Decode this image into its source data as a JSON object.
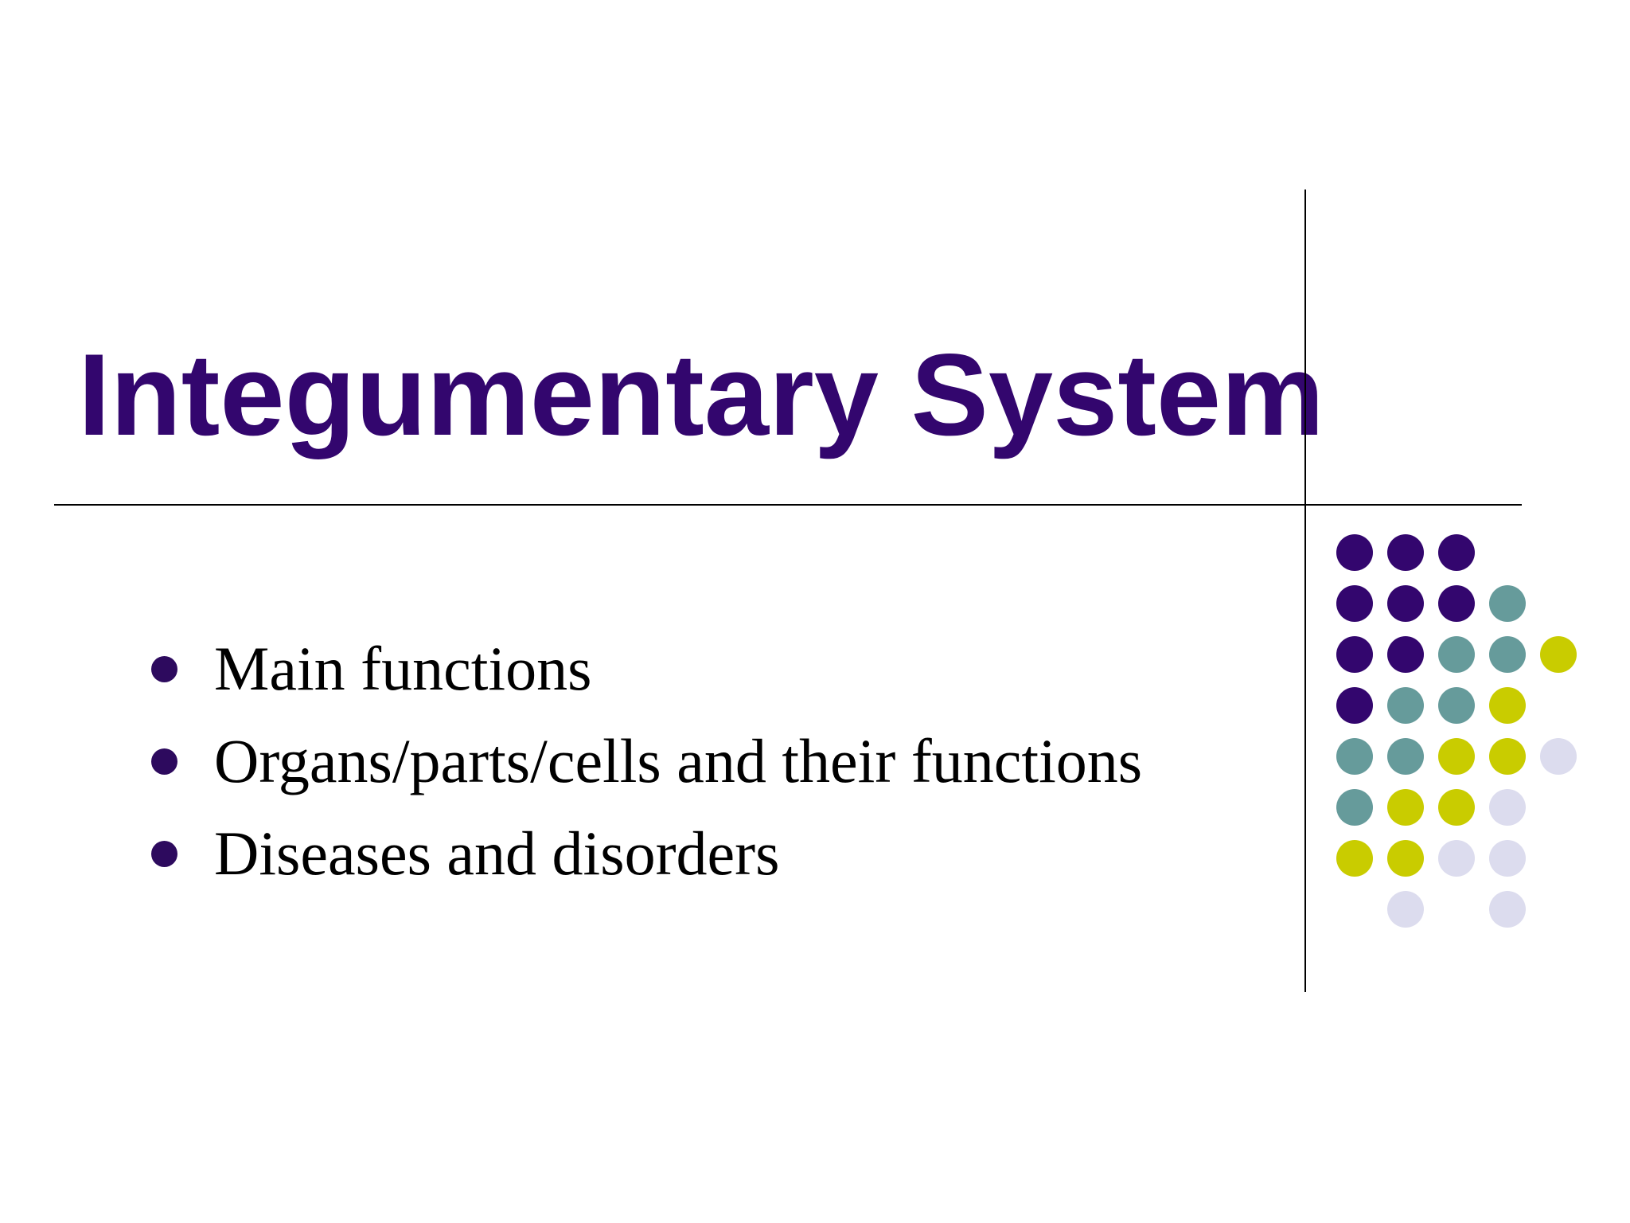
{
  "slide": {
    "title": "Integumentary System",
    "bullets": [
      "Main functions",
      "Organs/parts/cells and their functions",
      "Diseases and disorders"
    ]
  },
  "colors": {
    "title": "#33066e",
    "bullet": "#2d0a5e",
    "purple": "#33066e",
    "teal": "#669b9b",
    "olive": "#c9cc00",
    "lavender": "#dcdcee"
  },
  "decoration": {
    "dot_grid": [
      [
        "purple",
        "purple",
        "purple",
        null,
        null
      ],
      [
        "purple",
        "purple",
        "purple",
        "teal",
        null
      ],
      [
        "purple",
        "purple",
        "teal",
        "teal",
        "olive"
      ],
      [
        "purple",
        "teal",
        "teal",
        "olive",
        null
      ],
      [
        "teal",
        "teal",
        "olive",
        "olive",
        "lavender"
      ],
      [
        "teal",
        "olive",
        "olive",
        "lavender",
        null
      ],
      [
        "olive",
        "olive",
        "lavender",
        "lavender",
        null
      ],
      [
        null,
        "lavender",
        null,
        "lavender",
        null
      ]
    ]
  }
}
